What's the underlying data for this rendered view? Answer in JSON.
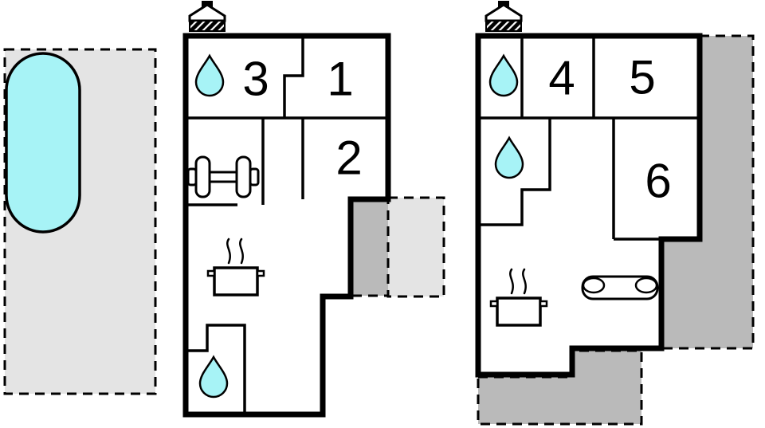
{
  "page": {
    "type": "floor-plan",
    "floors_count": 2
  },
  "colors": {
    "water": "#a7f3f6",
    "terrace_dark": "#bababa",
    "terrace_light": "#e4e4e4",
    "wall": "#000000",
    "room": "#ffffff"
  },
  "ground_floor": {
    "rooms": [
      {
        "label": "1"
      },
      {
        "label": "2"
      },
      {
        "label": "3"
      }
    ],
    "icons": [
      "chimney-icon",
      "water-drop-icon",
      "gym-equipment-icon",
      "cooking-pot-icon",
      "water-drop-icon"
    ]
  },
  "upper_floor": {
    "rooms": [
      {
        "label": "4"
      },
      {
        "label": "5"
      },
      {
        "label": "6"
      }
    ],
    "icons": [
      "chimney-icon",
      "water-drop-icon",
      "water-drop-icon",
      "cooking-pot-icon",
      "sofa-icon"
    ]
  },
  "outdoor": {
    "icons": [
      "swimming-pool",
      "pool-terrace",
      "terrace-light",
      "terrace-dark",
      "terrace-right",
      "terrace-bottom"
    ]
  }
}
